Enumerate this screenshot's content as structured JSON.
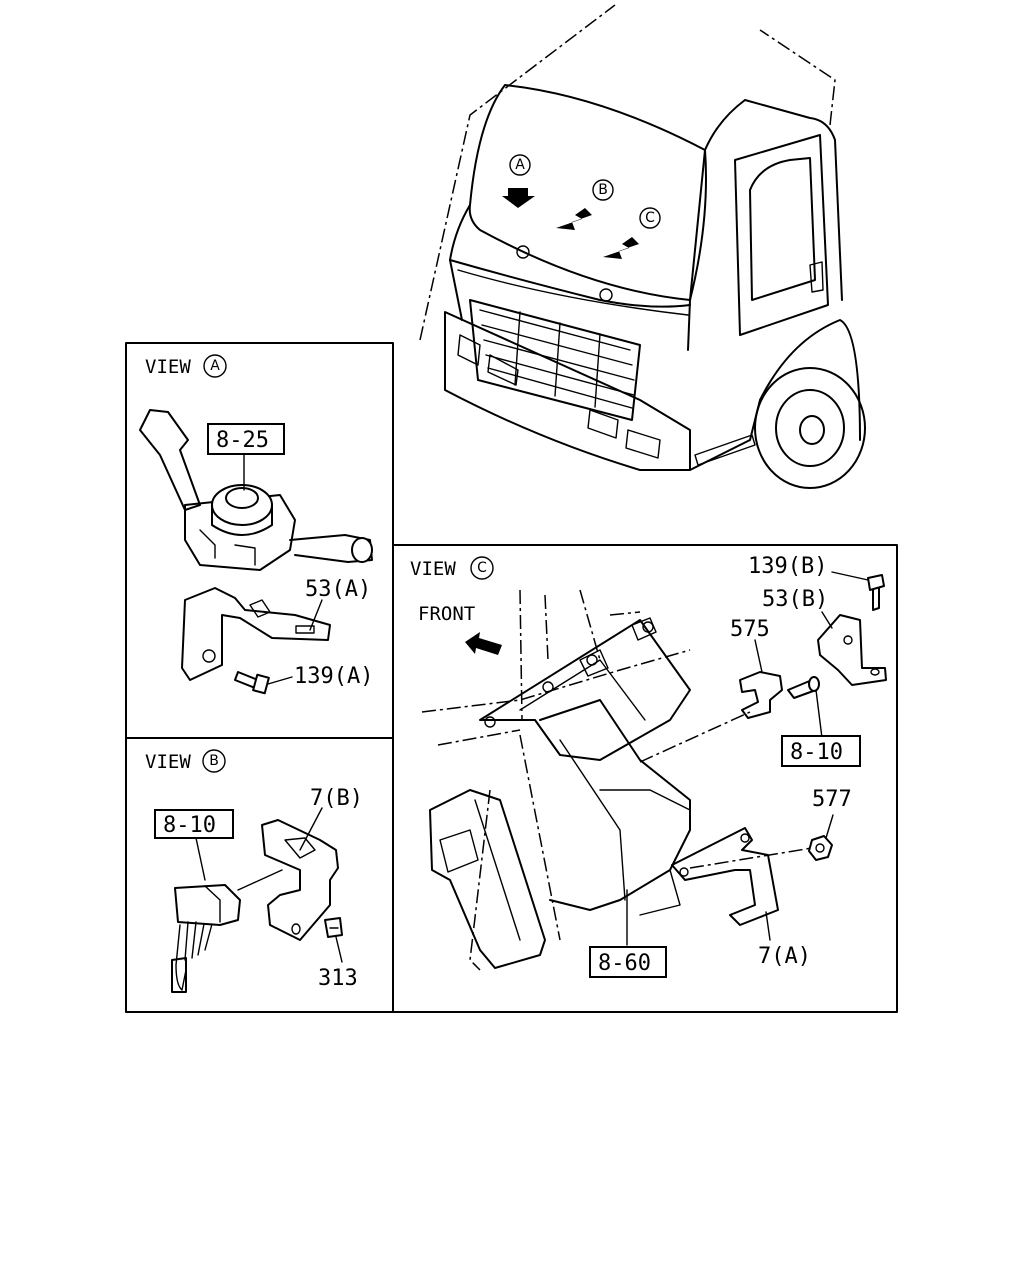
{
  "truck_markers": {
    "a": "A",
    "b": "B",
    "c": "C"
  },
  "view_a": {
    "title": "VIEW",
    "marker": "A",
    "labels": {
      "switch": "8-25",
      "bracket": "53(A)",
      "bolt": "139(A)"
    }
  },
  "view_b": {
    "title": "VIEW",
    "marker": "B",
    "labels": {
      "connector": "8-10",
      "bracket": "7(B)",
      "bolt": "313"
    }
  },
  "view_c": {
    "title": "VIEW",
    "marker": "C",
    "front_label": "FRONT",
    "labels": {
      "bolt_b": "139(B)",
      "bracket_b": "53(B)",
      "clip": "575",
      "connector": "8-10",
      "nut": "577",
      "module": "8-60",
      "bracket_a": "7(A)"
    }
  }
}
